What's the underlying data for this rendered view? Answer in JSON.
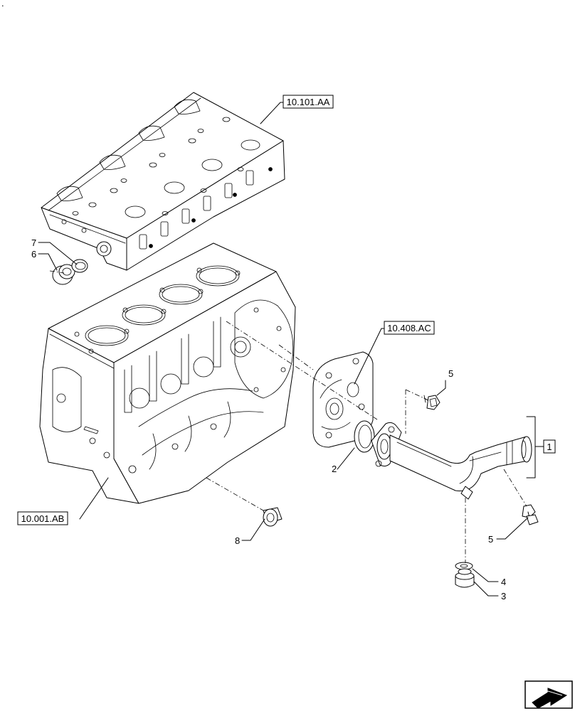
{
  "corner_mark": ".",
  "references": {
    "cylinder_head": "10.101.AA",
    "water_pump_cover": "10.408.AC",
    "cylinder_block": "10.001.AB",
    "assembly_group": "1"
  },
  "callouts": {
    "item_1": "1",
    "item_2": "2",
    "item_3": "3",
    "item_4": "4",
    "item_5_upper": "5",
    "item_5_lower": "5",
    "item_6": "6",
    "item_7": "7",
    "item_8": "8"
  }
}
